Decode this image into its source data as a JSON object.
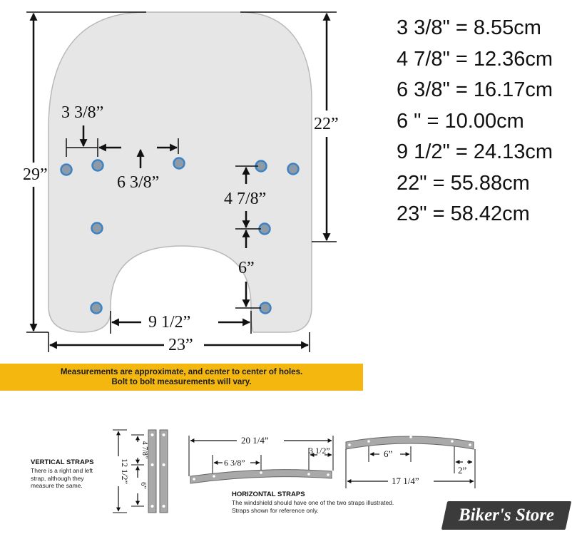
{
  "windshield": {
    "dims": {
      "d_29": "29”",
      "d_22": "22”",
      "d_23": "23”",
      "d_3_3_8": "3 3/8”",
      "d_6_3_8": "6 3/8”",
      "d_4_7_8": "4 7/8”",
      "d_6": "6”",
      "d_9_1_2": "9 1/2”"
    },
    "colors": {
      "shield_fill": "#e6e6e6",
      "shield_stroke": "#b9b9b9",
      "hole_fill": "#8e9aa6",
      "hole_ring": "#3c83c4"
    }
  },
  "conversions": [
    "3 3/8\" = 8.55cm",
    "4 7/8\" = 12.36cm",
    "6 3/8\" = 16.17cm",
    "6 \" = 10.00cm",
    "9 1/2\" = 24.13cm",
    "22\" = 55.88cm",
    "23\" = 58.42cm"
  ],
  "banner": {
    "line1": "Measurements are approximate, and center to center of holes.",
    "line2": "Bolt to bolt measurements will vary.",
    "color": "#f3b70f"
  },
  "vertical_straps": {
    "title": "VERTICAL STRAPS",
    "desc": [
      "There is a right and left",
      "strap, although they",
      "measure the same."
    ],
    "dims": {
      "total": "12 1/2”",
      "top": "4 7/8”",
      "bottom": "6”"
    }
  },
  "horizontal_straps": {
    "title": "HORIZONTAL STRAPS",
    "desc": [
      "The windshield should have one of the two straps illustrated.",
      "Straps shown for reference only."
    ],
    "strap_a": {
      "total": "20 1/4”",
      "inner": "6 3/8”",
      "end": "3 1/2”"
    },
    "strap_b": {
      "total": "17 1/4”",
      "inner": "6”",
      "end": "2”"
    }
  },
  "watermark": {
    "text": "Biker's Store"
  }
}
